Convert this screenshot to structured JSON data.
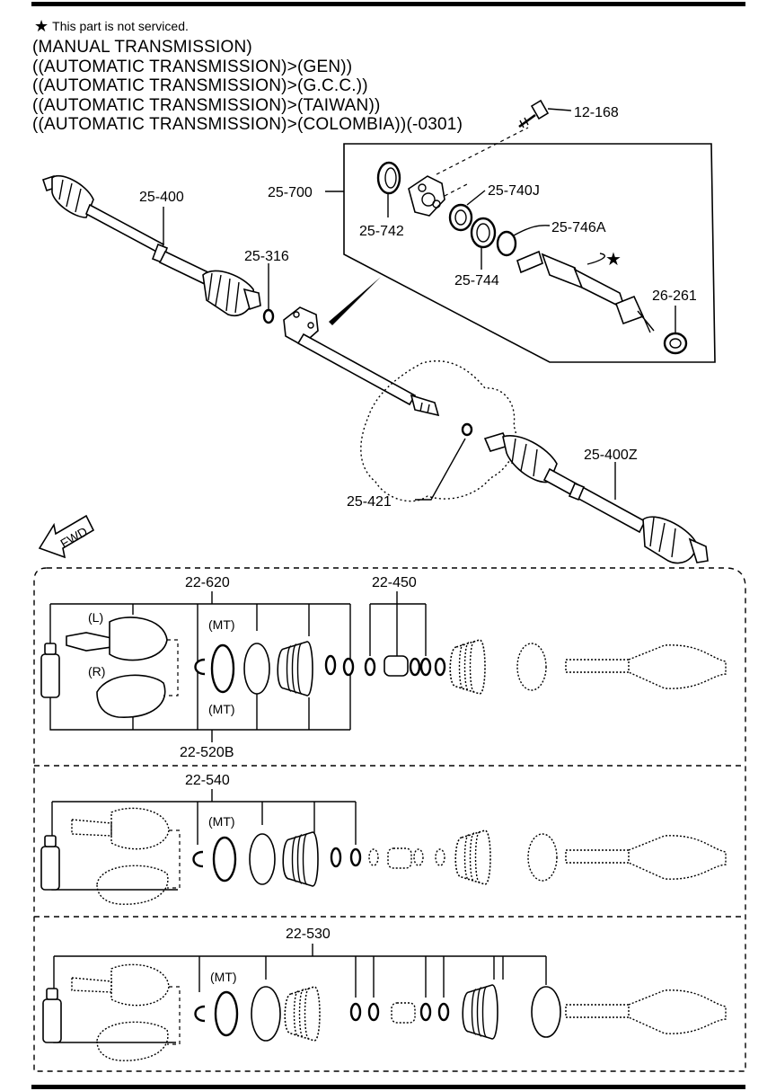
{
  "header": {
    "note_icon": "star-icon",
    "note_text": "This part is not serviced.",
    "headings": [
      "(MANUAL TRANSMISSION)",
      "((AUTOMATIC TRANSMISSION)>(GEN))",
      "((AUTOMATIC TRANSMISSION)>(G.C.C.))",
      "((AUTOMATIC TRANSMISSION)>(TAIWAN))",
      "((AUTOMATIC TRANSMISSION)>(COLOMBIA))(-0301)"
    ]
  },
  "callouts": {
    "bolt": "12-168",
    "intermediate_assy": "25-700",
    "bearing_cap": "25-740J",
    "seal_742": "25-742",
    "bearing_744": "25-744",
    "snap_746": "25-746A",
    "not_serviced_mark": "★",
    "seal_261": "26-261",
    "left_shaft": "25-400",
    "clip_316": "25-316",
    "right_shaft": "25-400Z",
    "clip_421": "25-421",
    "fwd_arrow": "FWD"
  },
  "boot_kits": {
    "kit1": {
      "top_code": "22-620",
      "bottom_code": "22-520B",
      "mid_code": "22-450",
      "left_tag": "(L)",
      "right_tag": "(R)",
      "mt_top": "(MT)",
      "mt_bottom": "(MT)"
    },
    "kit2": {
      "top_code": "22-540",
      "mt": "(MT)"
    },
    "kit3": {
      "top_code": "22-530",
      "mt": "(MT)"
    }
  }
}
